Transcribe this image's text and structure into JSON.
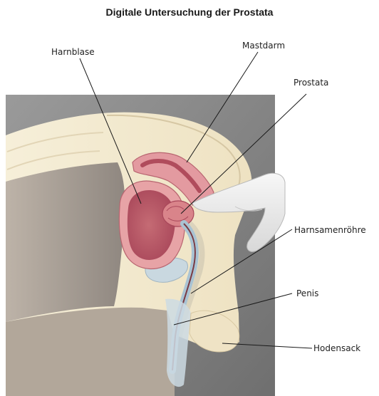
{
  "title": "Digitale Untersuchung der Prostata",
  "labels": {
    "harnblase": "Harnblase",
    "mastdarm": "Mastdarm",
    "prostata": "Prostata",
    "harnsamenroehre": "Harnsamenröhre",
    "penis": "Penis",
    "hodensack": "Hodensack"
  },
  "colors": {
    "background_panel": "#8a8a8a",
    "skin": "#f3e9cf",
    "skin_shadow": "#d8cbb0",
    "organ_wall": "#d9848a",
    "organ_inner": "#b85560",
    "urethra": "#a9c3d3",
    "glove": "#ececec",
    "tissue_grey": "#9d9590"
  }
}
